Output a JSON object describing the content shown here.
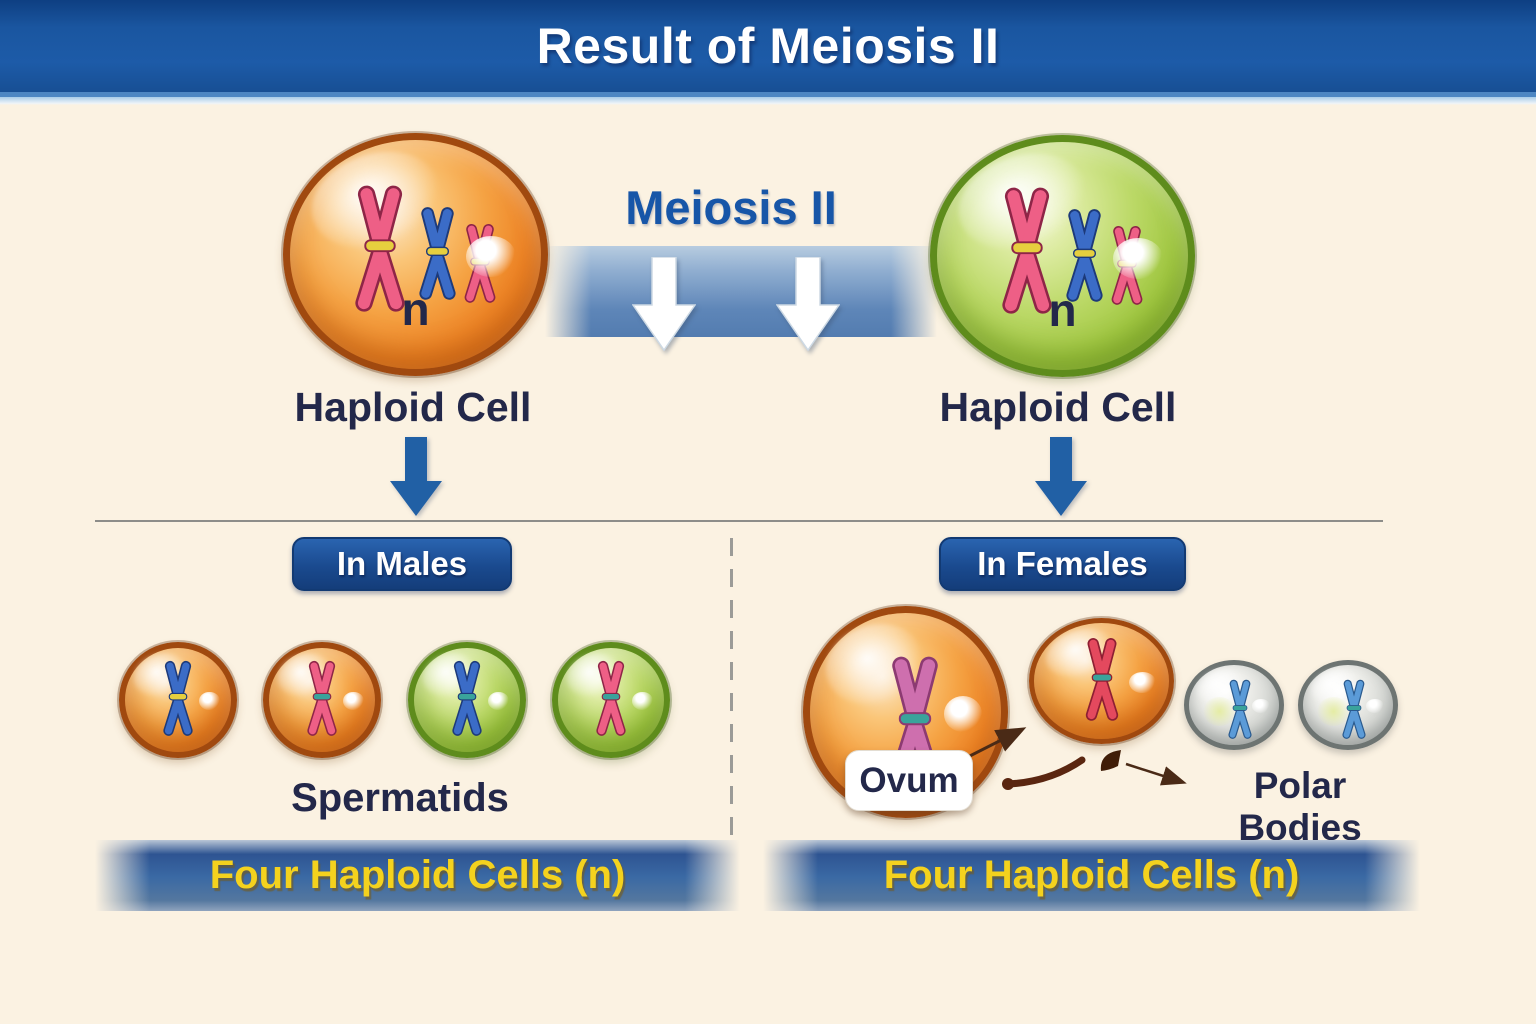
{
  "title": "Result of Meiosis II",
  "top": {
    "process_label": "Meiosis II",
    "left_cell": {
      "ploidy": "n",
      "caption": "Haploid Cell"
    },
    "right_cell": {
      "ploidy": "n",
      "caption": "Haploid Cell"
    }
  },
  "males": {
    "badge": "In Males",
    "caption": "Spermatids",
    "band_text": "Four Haploid Cells (n)"
  },
  "females": {
    "badge": "In Females",
    "ovum_label": "Ovum",
    "polar_bodies_label": "Polar Bodies",
    "band_text": "Four Haploid Cells (n)"
  },
  "icons": {
    "flow_arrows": "white-down-block-arrow",
    "step_arrows": "blue-down-block-arrow",
    "chromosomes": "x-shaped-chromosome",
    "pointer_arrows": "brown-thin-arrow"
  },
  "colors": {
    "title_bar": "#17529B",
    "title_strip": "#A9CDE9",
    "background": "#FBF2E2",
    "accent_blue": "#1756A8",
    "badge_blue": "#1B4F96",
    "band_blue": "#3A69A4",
    "text_navy": "#23284A",
    "text_yellow": "#F4D21E",
    "arrow_blue": "#2160A5",
    "arrow_brown": "#4A2A16",
    "cell_orange": "#EF8A2C",
    "cell_green": "#9CC23C",
    "cell_gray": "#C9CCC9",
    "chromosome_pink": "#EE5F86",
    "chromosome_blue": "#3B6CC7",
    "chromosome_magenta": "#CE6FAE",
    "chromosome_red": "#E4495E",
    "chromosome_polar_blue": "#5B9BD8",
    "band_yellow": "#E6CF3E",
    "band_teal": "#3AA39B"
  }
}
